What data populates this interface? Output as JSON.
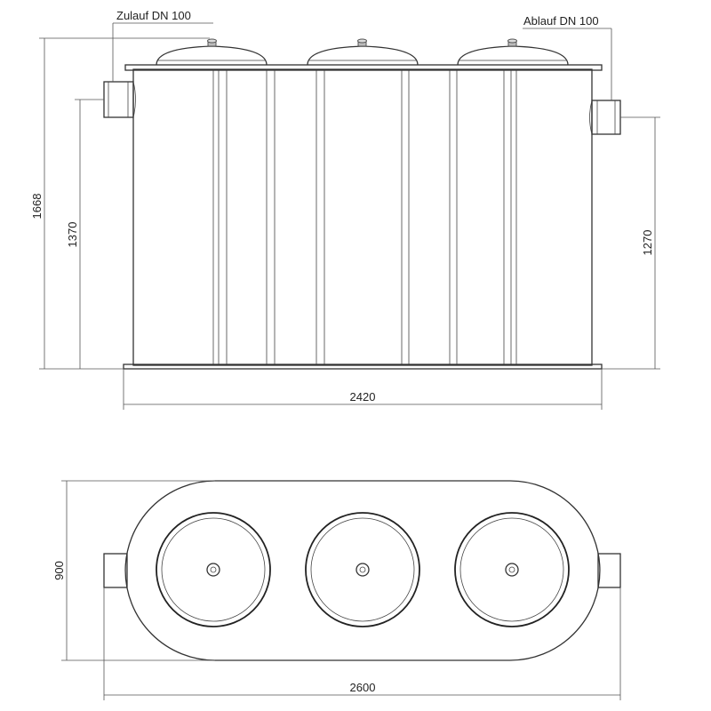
{
  "side_view": {
    "inlet_label": "Zulauf DN 100",
    "outlet_label": "Ablauf DN 100",
    "dim_total_height": "1668",
    "dim_inlet_height": "1370",
    "dim_outlet_height": "1270",
    "dim_length": "2420"
  },
  "top_view": {
    "dim_width": "900",
    "dim_length": "2600"
  }
}
